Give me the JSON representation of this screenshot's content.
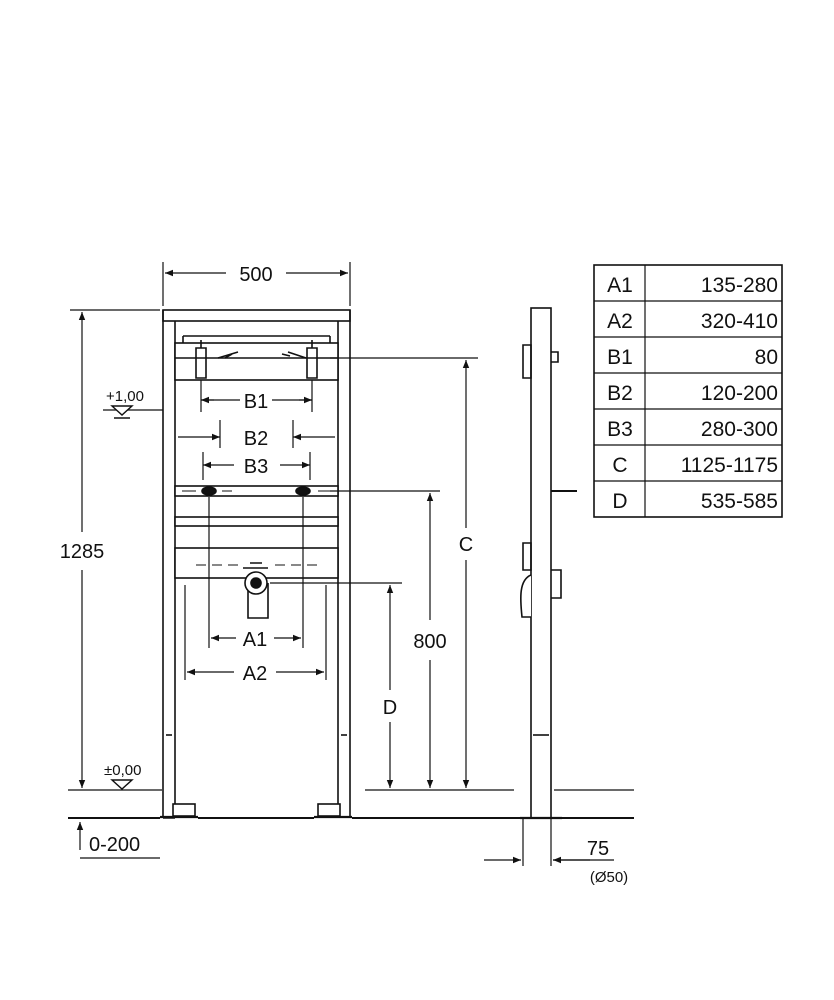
{
  "front_view": {
    "width_label": "500",
    "height_label": "1285",
    "floor_range_label": "0-200",
    "level_plus": "+1,00",
    "level_zero": "±0,00",
    "labels": {
      "b1": "B1",
      "b2": "B2",
      "b3": "B3",
      "a1": "A1",
      "a2": "A2"
    }
  },
  "vertical_dims": {
    "c": "C",
    "d": "D",
    "h800": "800"
  },
  "side_view": {
    "depth_label": "75",
    "diameter_label": "(Ø50)"
  },
  "dimension_table": [
    {
      "key": "A1",
      "value": "135-280"
    },
    {
      "key": "A2",
      "value": "320-410"
    },
    {
      "key": "B1",
      "value": "80"
    },
    {
      "key": "B2",
      "value": "120-200"
    },
    {
      "key": "B3",
      "value": "280-300"
    },
    {
      "key": "C",
      "value": "1125-1175"
    },
    {
      "key": "D",
      "value": "535-585"
    }
  ],
  "colors": {
    "line": "#111111",
    "background": "#ffffff"
  }
}
